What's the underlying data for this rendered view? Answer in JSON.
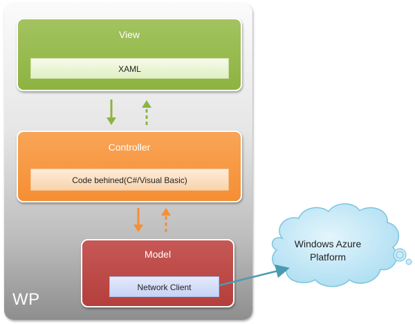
{
  "container": {
    "label": "WP"
  },
  "view": {
    "title": "View",
    "content": "XAML"
  },
  "controller": {
    "title": "Controller",
    "content": "Code behined(C#/Visual  Basic)"
  },
  "model": {
    "title": "Model",
    "content": "Network Client"
  },
  "cloud": {
    "line1": "Windows Azure",
    "line2": "Platform"
  },
  "colors": {
    "view": "#8db341",
    "controller": "#f58e34",
    "model": "#b43f3c",
    "cloud": "#bfe6f6",
    "connector": "#4a9bb0"
  }
}
